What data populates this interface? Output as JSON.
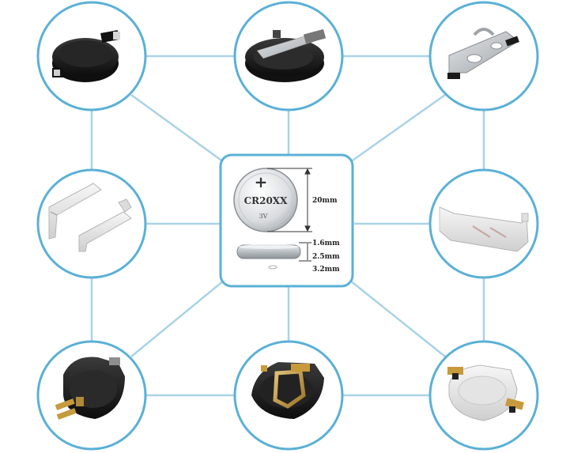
{
  "center": {
    "battery_model": "CR20XX",
    "battery_plus": "+",
    "battery_voltage": "3V",
    "dim_diameter": "20mm",
    "dim_thickness_1": "1.6mm",
    "dim_thickness_2": "2.5mm",
    "dim_thickness_3": "3.2mm"
  },
  "colors": {
    "node_border": "#5ab0d6",
    "connector": "#a9d3e6",
    "holder_black": "#1c1c1c",
    "holder_white": "#e9e9e9",
    "metal": "#b8bcc0",
    "brass": "#b08a3a"
  },
  "holders": [
    {
      "id": "top-left",
      "style": "black-smd-holder"
    },
    {
      "id": "top-center",
      "style": "black-holder-metal-clip"
    },
    {
      "id": "top-right",
      "style": "metal-clip-contact"
    },
    {
      "id": "middle-left",
      "style": "white-clip-pair"
    },
    {
      "id": "middle-right",
      "style": "white-tray-holder"
    },
    {
      "id": "bottom-left",
      "style": "black-tht-holder"
    },
    {
      "id": "bottom-center",
      "style": "black-holder-brass-clip"
    },
    {
      "id": "bottom-right",
      "style": "white-holder-brass-tabs"
    }
  ]
}
